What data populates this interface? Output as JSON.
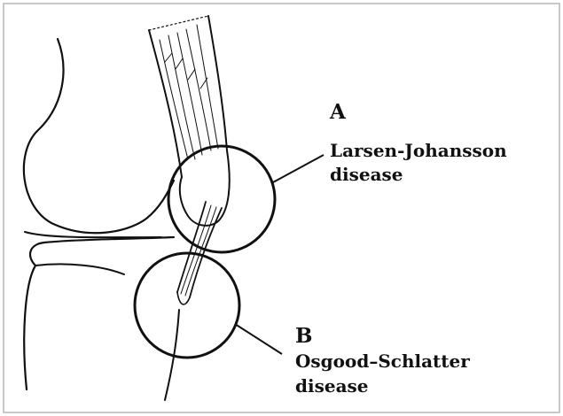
{
  "diagram": {
    "labels": {
      "a": {
        "letter": "A",
        "line1": "Larsen-Johansson",
        "line2": "disease"
      },
      "b": {
        "letter": "B",
        "line1": "Osgood–Schlatter",
        "line2": "disease"
      }
    },
    "colors": {
      "ink": "#111111",
      "frame": "#c8c8c8",
      "background": "#ffffff"
    }
  }
}
